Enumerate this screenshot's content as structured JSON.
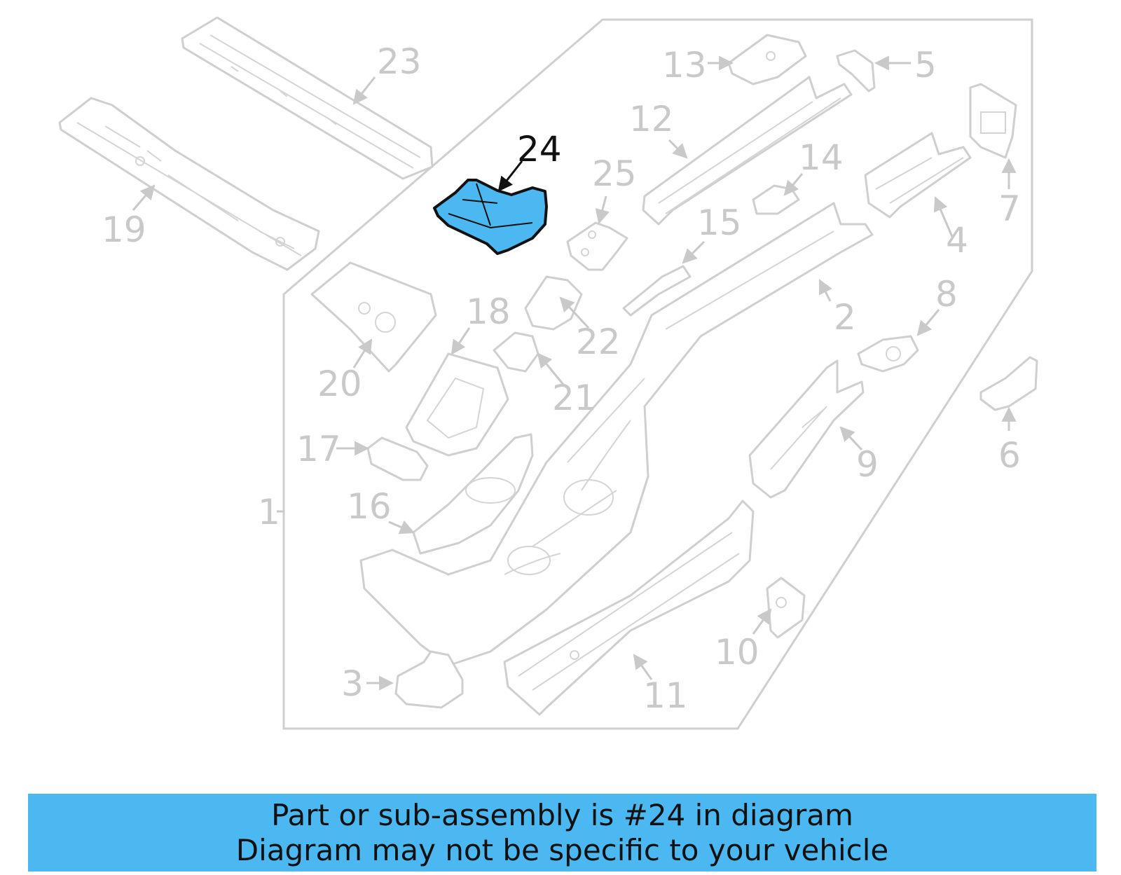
{
  "diagram": {
    "highlighted_part": "24",
    "colors": {
      "highlight_fill": "#4cb8f2",
      "outline_gray": "#cfcfcf",
      "label_gray": "#c9c9c9",
      "highlight_label": "#111111"
    },
    "callouts": {
      "c1": "1",
      "c2": "2",
      "c3": "3",
      "c4": "4",
      "c5": "5",
      "c6": "6",
      "c7": "7",
      "c8": "8",
      "c9": "9",
      "c10": "10",
      "c11": "11",
      "c12": "12",
      "c13": "13",
      "c14": "14",
      "c15": "15",
      "c16": "16",
      "c17": "17",
      "c18": "18",
      "c19": "19",
      "c20": "20",
      "c21": "21",
      "c22": "22",
      "c23": "23",
      "c24": "24",
      "c25": "25"
    }
  },
  "banner": {
    "line1": "Part or sub-assembly is #24 in diagram",
    "line2": "Diagram may not be specific to your vehicle",
    "background": "#4cb8f2"
  }
}
